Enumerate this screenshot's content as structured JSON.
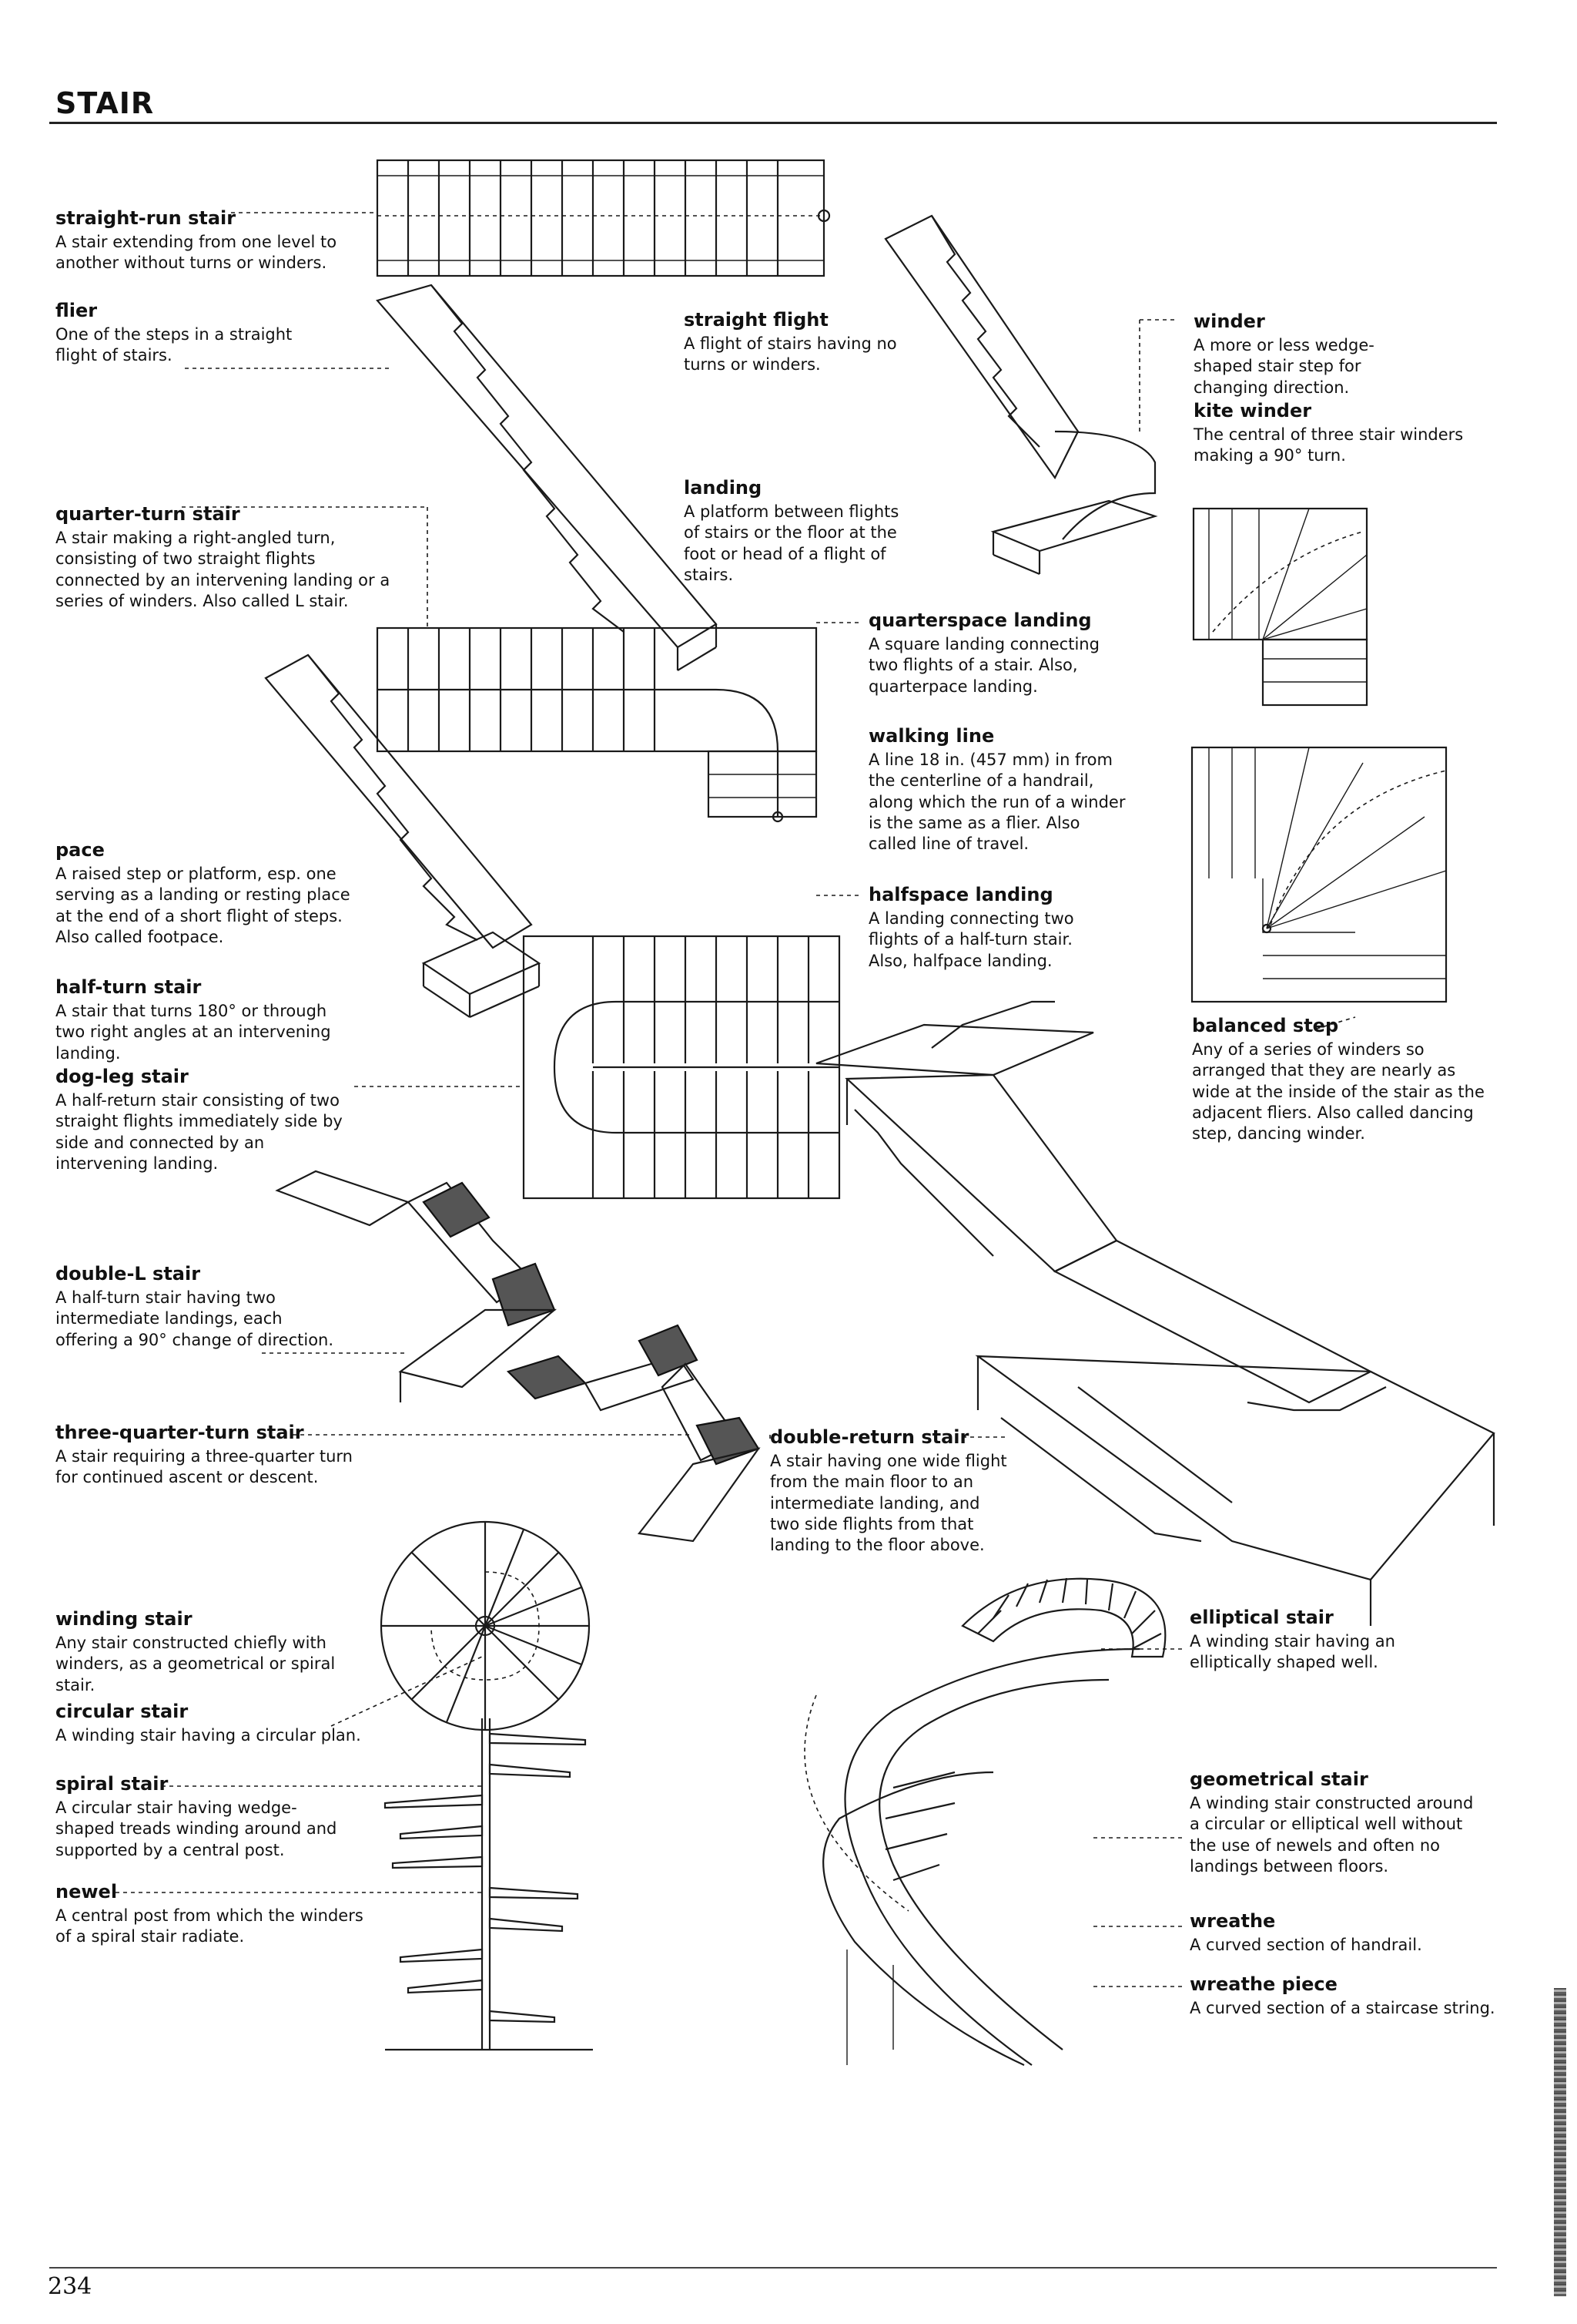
{
  "header": {
    "title": "STAIR"
  },
  "footer": {
    "page_number": "234"
  },
  "entries": {
    "straight_run": {
      "term": "straight-run stair",
      "def": "A stair extending from one level to another without turns or winders."
    },
    "flier": {
      "term": "flier",
      "def": "One of the steps in a straight flight of stairs."
    },
    "straight_flight": {
      "term": "straight flight",
      "def": "A flight of stairs having no turns or winders."
    },
    "landing": {
      "term": "landing",
      "def": "A platform between flights of stairs or the floor at the foot or head of a flight of stairs."
    },
    "winder": {
      "term": "winder",
      "def": "A more or less wedge-shaped stair step for changing direction."
    },
    "kite_winder": {
      "term": "kite winder",
      "def": "The central of three stair winders making a 90° turn."
    },
    "quarter_turn": {
      "term": "quarter-turn stair",
      "def": "A stair making a right-angled turn, consisting of two straight flights connected by an intervening landing or a series of winders. Also called L stair."
    },
    "quarterspace": {
      "term": "quarterspace landing",
      "def": "A square landing connecting two flights of a stair. Also, quarterpace landing."
    },
    "walking_line": {
      "term": "walking line",
      "def": "A line 18 in. (457 mm) in from the centerline of a handrail, along which the run of a winder is the same as a flier. Also called line of travel."
    },
    "pace": {
      "term": "pace",
      "def": "A raised step or platform, esp. one serving as a landing or resting place at the end of a short flight of steps. Also called footpace."
    },
    "halfspace": {
      "term": "halfspace landing",
      "def": "A landing connecting two flights of a half-turn stair. Also, halfpace landing."
    },
    "half_turn": {
      "term": "half-turn stair",
      "def": "A stair that turns 180° or through two right angles at an intervening landing."
    },
    "dog_leg": {
      "term": "dog-leg stair",
      "def": "A half-return stair consisting of two straight flights immediately side by side and connected by an intervening landing."
    },
    "balanced_step": {
      "term": "balanced step",
      "def": "Any of a series of winders so arranged that they are nearly as wide at the inside of the stair as the adjacent fliers. Also called dancing step, dancing winder."
    },
    "double_l": {
      "term": "double-L stair",
      "def": "A half-turn stair having two intermediate landings, each offering a 90° change of direction."
    },
    "three_quarter": {
      "term": "three-quarter-turn stair",
      "def": "A stair requiring a three-quarter turn for continued ascent or descent."
    },
    "double_return": {
      "term": "double-return stair",
      "def": "A stair having one wide flight from the main floor to an intermediate landing, and two side flights from that landing to the floor above."
    },
    "winding": {
      "term": "winding stair",
      "def": "Any stair constructed chiefly with winders, as a geometrical or spiral stair."
    },
    "circular": {
      "term": "circular stair",
      "def": "A winding stair having a circular plan."
    },
    "spiral": {
      "term": "spiral stair",
      "def": "A circular stair having wedge-shaped treads winding around and supported by a central post."
    },
    "newel": {
      "term": "newel",
      "def": "A central post from which the winders of a spiral stair radiate."
    },
    "elliptical": {
      "term": "elliptical stair",
      "def": "A winding stair having an elliptically shaped well."
    },
    "geometrical": {
      "term": "geometrical stair",
      "def": "A winding stair constructed around a circular or elliptical well without the use of newels and often no landings between floors."
    },
    "wreathe": {
      "term": "wreathe",
      "def": "A curved section of handrail."
    },
    "wreathe_piece": {
      "term": "wreathe piece",
      "def": "A curved section of a staircase string."
    }
  },
  "colors": {
    "ink": "#1a1a1a",
    "paper": "#ffffff"
  }
}
